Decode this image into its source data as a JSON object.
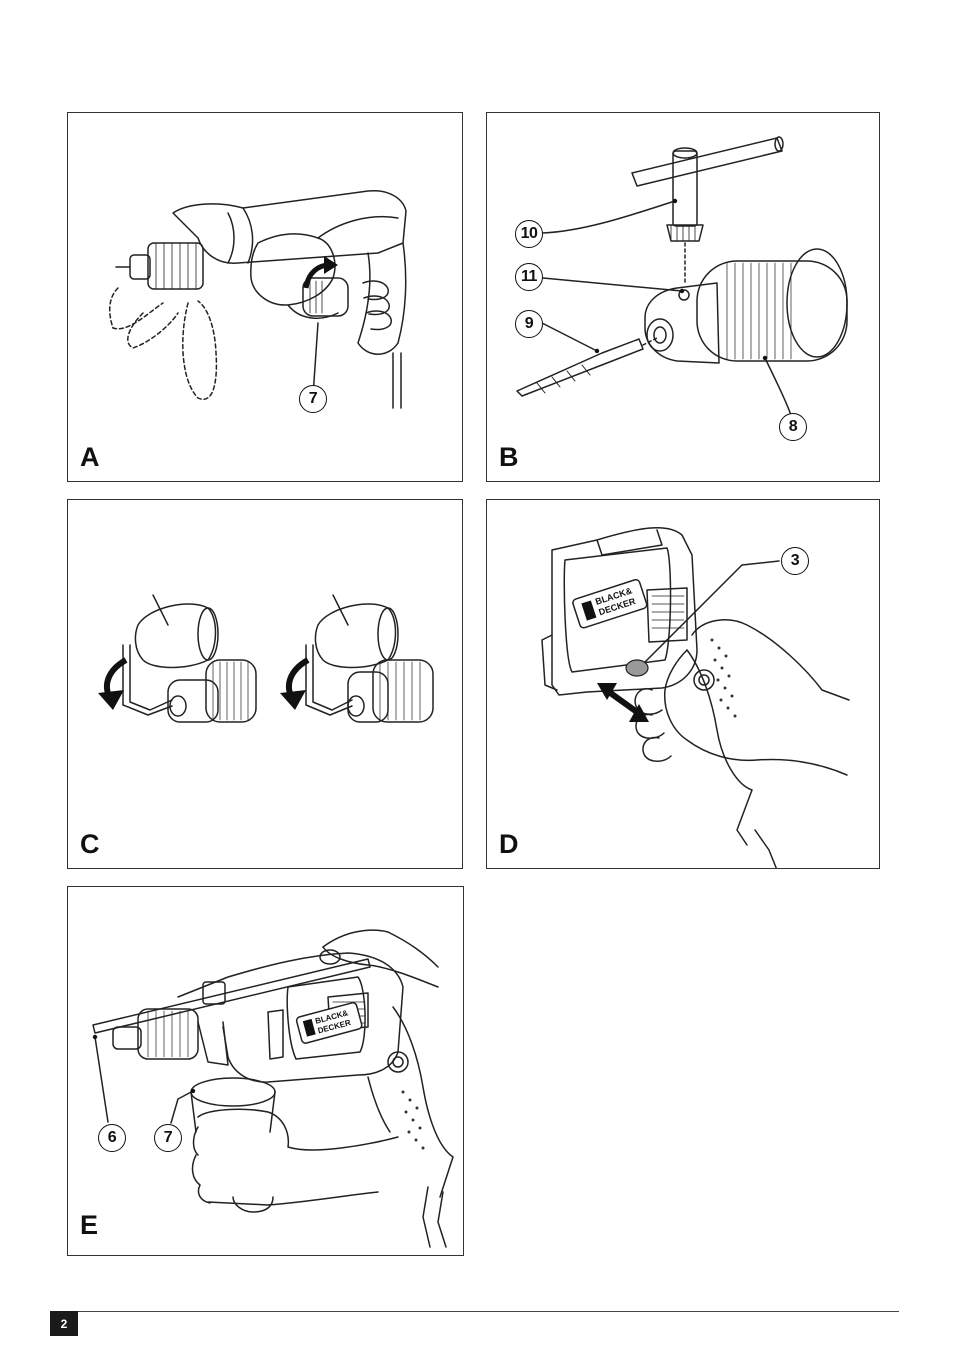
{
  "page": {
    "number": "2"
  },
  "panels": {
    "a": {
      "letter": "A",
      "callouts": [
        "7"
      ]
    },
    "b": {
      "letter": "B",
      "callouts": [
        "10",
        "11",
        "9",
        "8"
      ]
    },
    "c": {
      "letter": "C"
    },
    "d": {
      "letter": "D",
      "callouts": [
        "3"
      ],
      "logo": [
        "BLACK&",
        "DECKER"
      ]
    },
    "e": {
      "letter": "E",
      "callouts": [
        "6",
        "7"
      ],
      "logo": [
        "BLACK&",
        "DECKER"
      ]
    }
  }
}
